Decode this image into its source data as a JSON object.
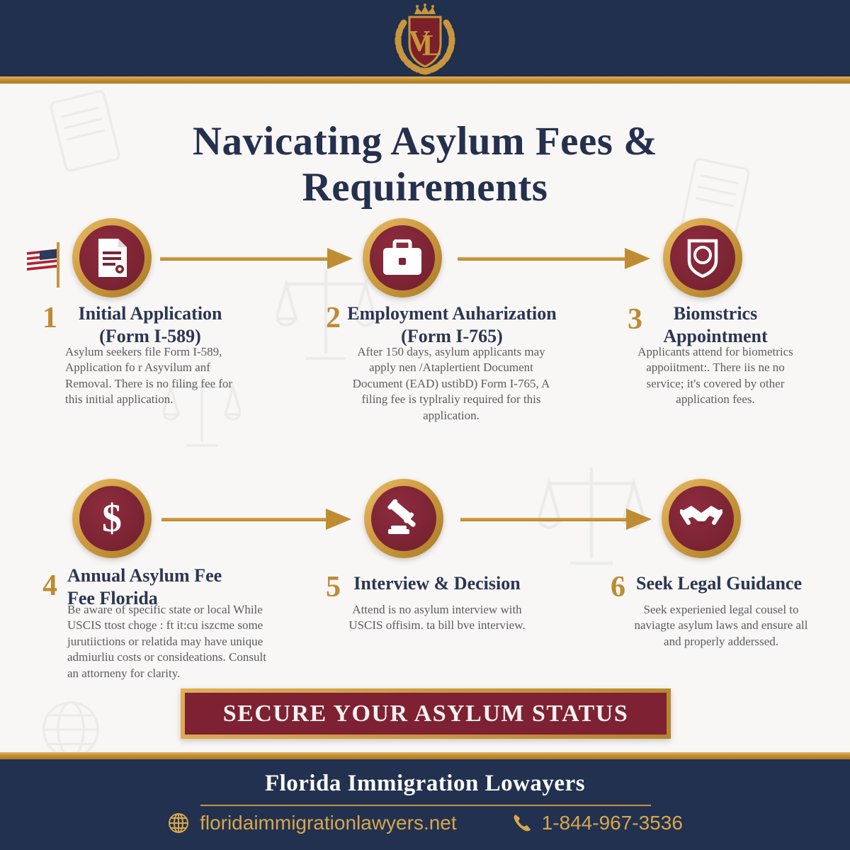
{
  "logo": {
    "monogram": "VL"
  },
  "title": "Navicating Asylum Fees & Requirements",
  "steps": [
    {
      "number": "1",
      "heading": "Initial Application (Form I-589)",
      "body": "Asylum seekers file Form I-589, Application fo r Asyvilum anf Removal. There is no filing fee for this initial application.",
      "icon": "document"
    },
    {
      "number": "2",
      "heading": "Employment Auharization (Form I-765)",
      "body": "After 150 days, asylum applicants may apply nen /Ataplertient Document Document (EAD) ustibD) Form I-765, A filing fee is typlraliy required for this application.",
      "icon": "briefcase"
    },
    {
      "number": "3",
      "heading": "Biomstrics Appointment",
      "body": "Applicants attend for biometrics appoiitment:. There iis ne no service; it's covered by other application fees.",
      "icon": "badge"
    },
    {
      "number": "4",
      "heading": "Annual Asylum Fee Fee Florida",
      "body": "Be aware of specific state or local While USCIS ttost choge : ft it:cu iszcme some jurutiictions or relatida may have unique admiurliu costs or consideations. Consult an attorneny for clarity.",
      "icon": "dollar",
      "dollar": "$"
    },
    {
      "number": "5",
      "heading": "Interview & Decision",
      "body": "Attend is no asylum interview with USCIS offisim. ta bill bve interview.",
      "icon": "gavel"
    },
    {
      "number": "6",
      "heading": "Seek Legal Guidance",
      "body": "Seek experienied legal cousel to naviagte asylum laws and ensure all and properly adderssed.",
      "icon": "handshake"
    }
  ],
  "banner": {
    "label": "SECURE YOUR ASYLUM STATUS"
  },
  "footer": {
    "company": "Florida Immigration Lowayers",
    "website": "floridaimmigrationlawyers.net",
    "phone": "1-844-967-3536"
  },
  "colors": {
    "navy": "#20304d",
    "gold": "#c9953d",
    "maroon": "#7c2434"
  }
}
